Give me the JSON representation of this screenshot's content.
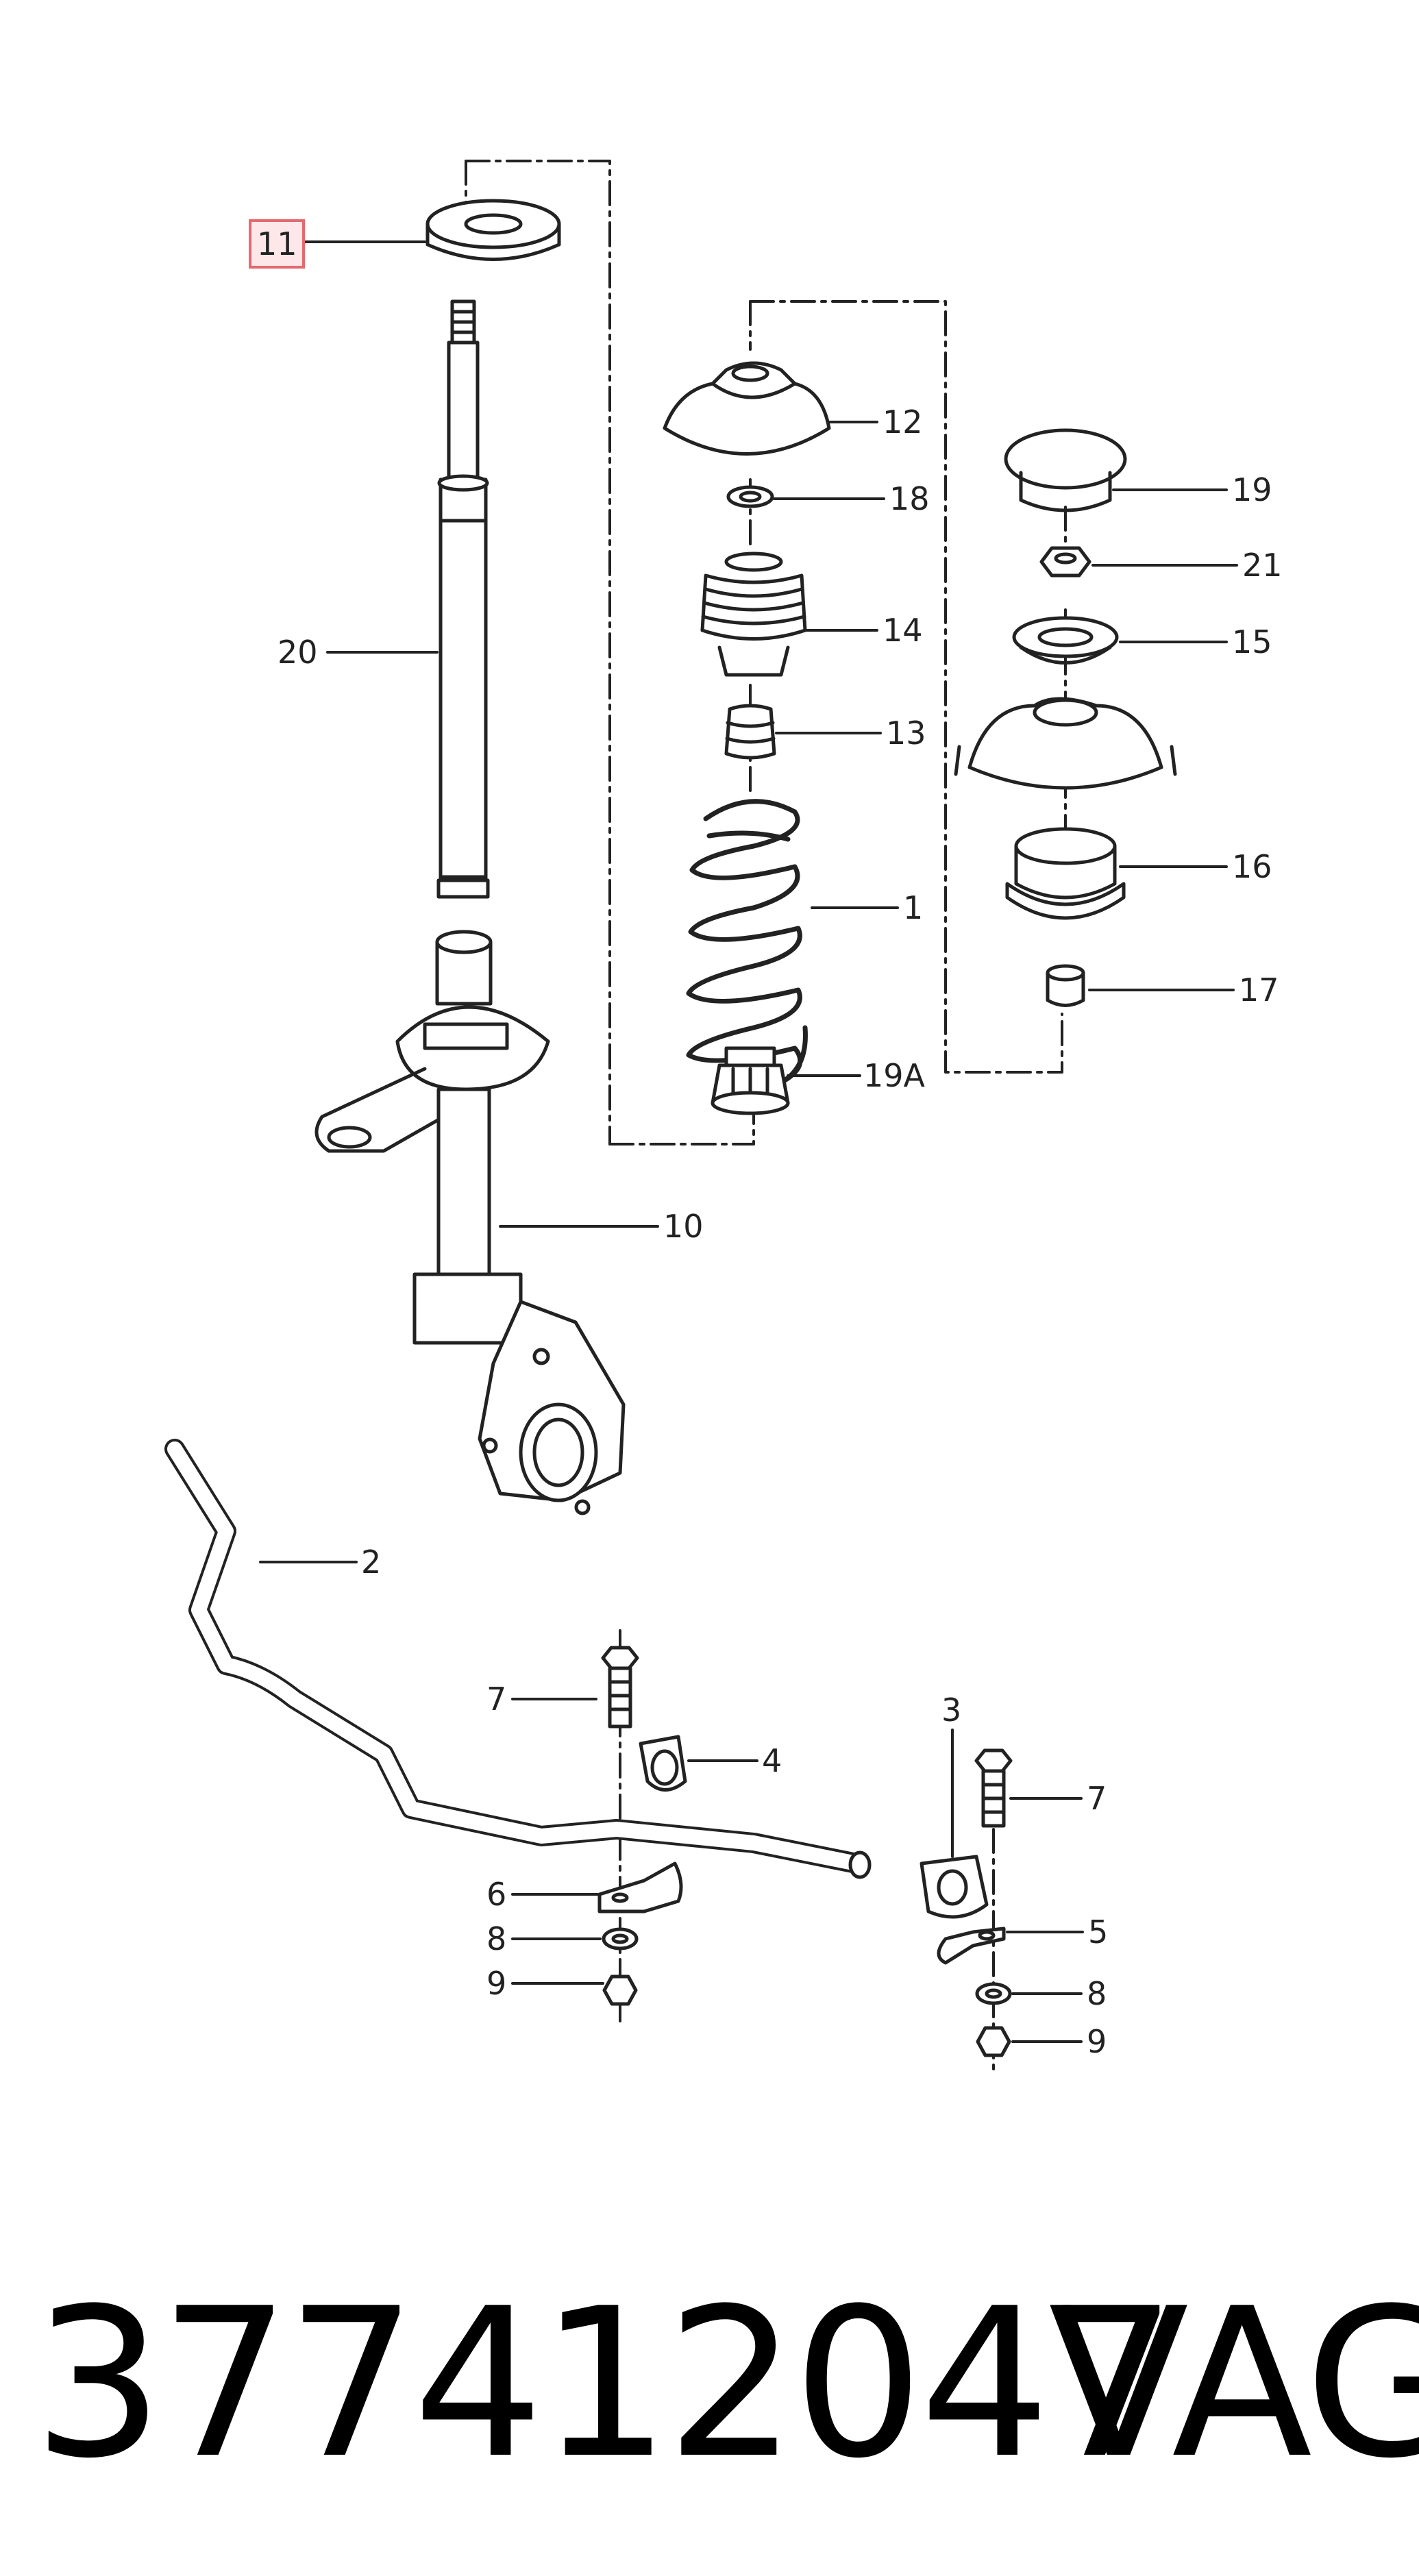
{
  "highlight_color": "#e46a6f",
  "line_color": "#222222",
  "callouts": {
    "c11": "11",
    "c20": "20",
    "c10": "10",
    "c2": "2",
    "c12": "12",
    "c18": "18",
    "c14": "14",
    "c13": "13",
    "c1": "1",
    "c19a": "19A",
    "c19": "19",
    "c21": "21",
    "c15": "15",
    "c16": "16",
    "c17": "17",
    "c7a": "7",
    "c4": "4",
    "c6": "6",
    "c8a": "8",
    "c9a": "9",
    "c3": "3",
    "c7b": "7",
    "c5": "5",
    "c8b": "8",
    "c9b": "9"
  },
  "footer": {
    "part_number": "377412047",
    "brand": "VAG"
  }
}
